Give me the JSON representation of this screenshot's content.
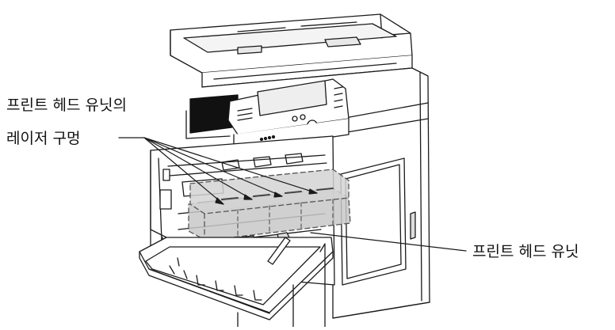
{
  "callouts": {
    "laser_holes_line1": "프린트 헤드 유닛의",
    "laser_holes_line2": "레이저 구멍",
    "printhead_unit": "프린트 헤드 유닛"
  },
  "colors": {
    "line": "#1a1a1a",
    "highlight_fill": "#c8c8c8",
    "highlight_stroke": "#555555",
    "background": "#ffffff"
  }
}
